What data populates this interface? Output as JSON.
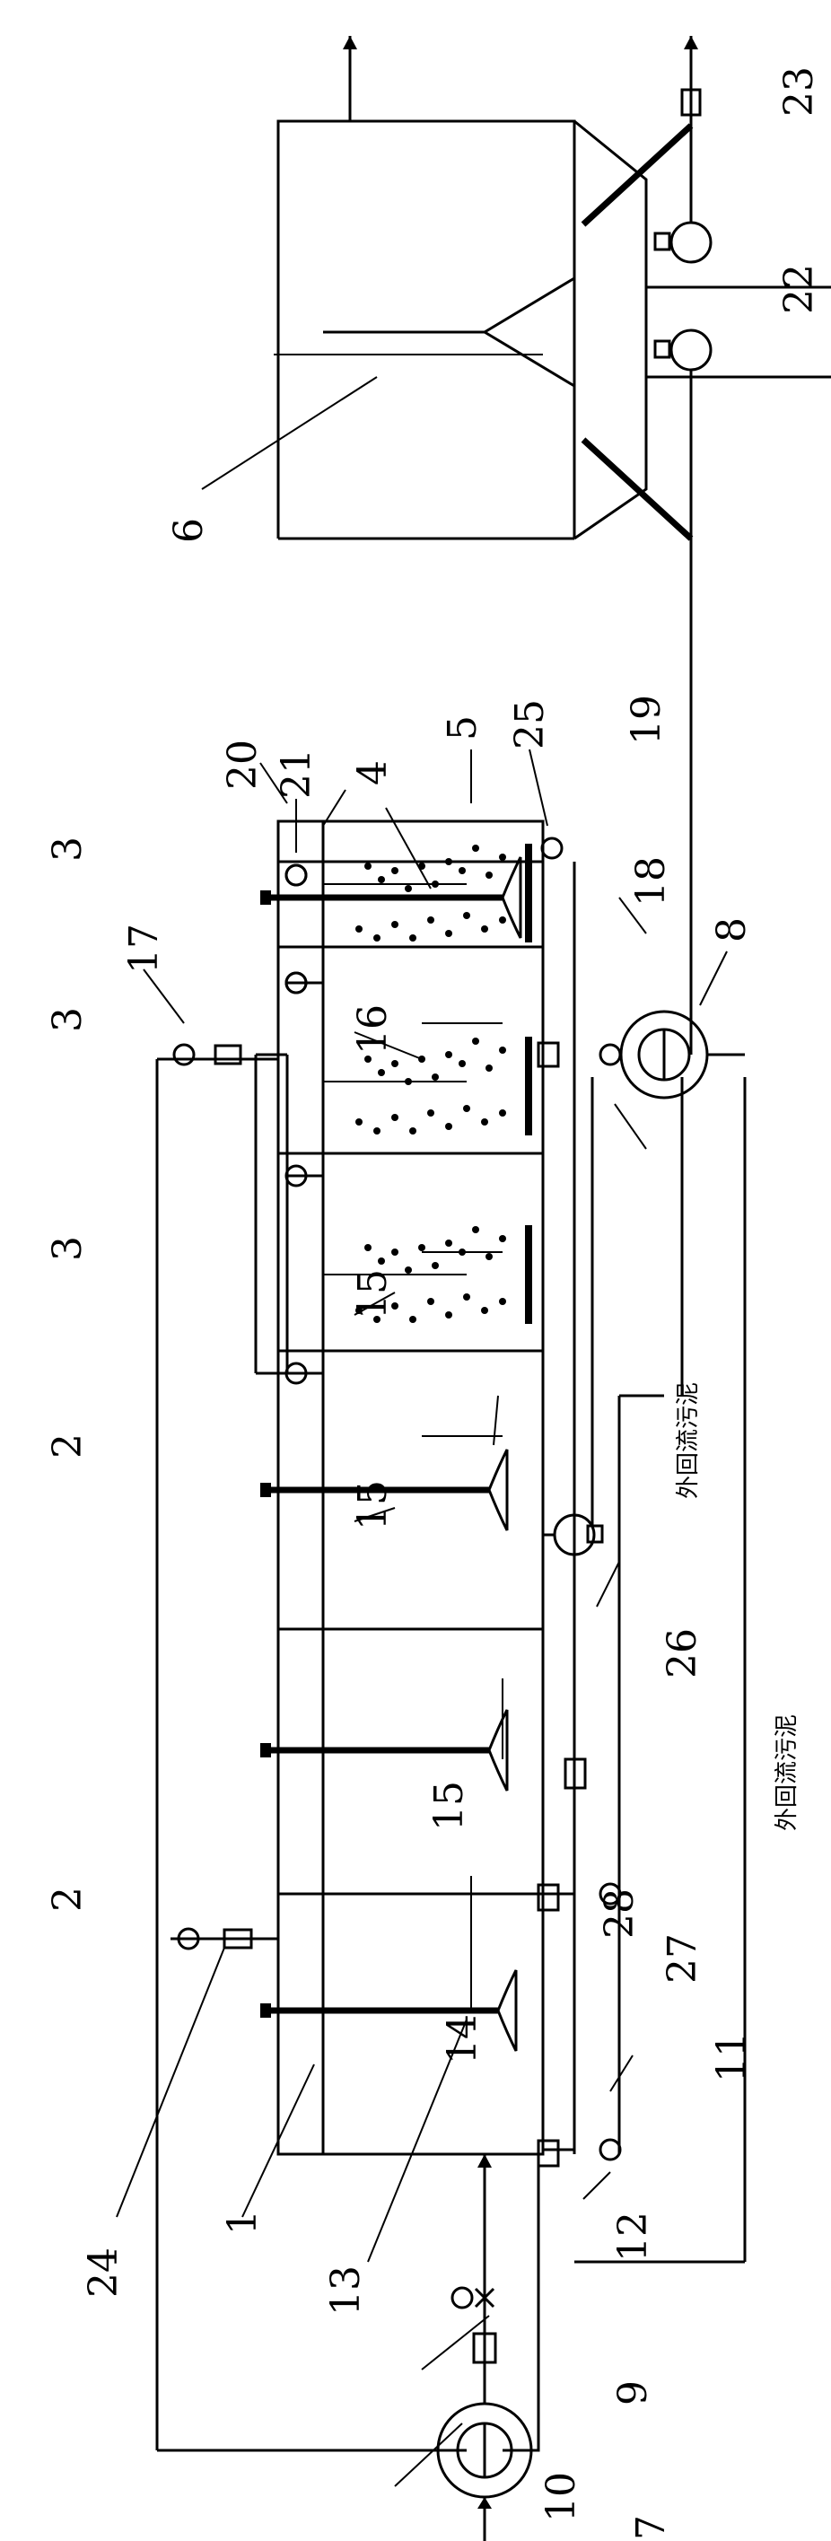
{
  "labels": {
    "l1": "1",
    "l2a": "2",
    "l2b": "2",
    "l3a": "3",
    "l3b": "3",
    "l3c": "3",
    "l4": "4",
    "l5": "5",
    "l6": "6",
    "l7": "7",
    "l8": "8",
    "l9": "9",
    "l10": "10",
    "l11": "11",
    "l12": "12",
    "l13": "13",
    "l14": "14",
    "l15a": "15",
    "l15b": "15",
    "l15c": "15",
    "l16": "16",
    "l17": "17",
    "l18": "18",
    "l19": "19",
    "l20": "20",
    "l21": "21",
    "l22": "22",
    "l23": "23",
    "l24": "24",
    "l25": "25",
    "l26": "26",
    "l27": "27",
    "l28": "28"
  },
  "sludge_label_1": "外回流污泥",
  "sludge_label_2": "外回流污泥"
}
